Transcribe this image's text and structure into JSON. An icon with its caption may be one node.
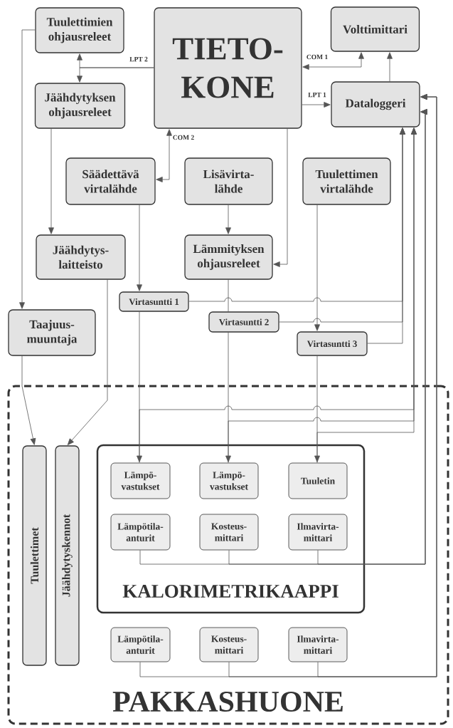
{
  "diagram": {
    "nodes": [
      {
        "text": [
          "Tuulettimien ohjausreleet"
        ]
      },
      {
        "text": [
          "TIETO- KONE"
        ]
      },
      {
        "text": [
          "Volttimittari"
        ]
      },
      {
        "text": [
          "Jäähdytyksen ohjausreleet"
        ]
      },
      {
        "text": [
          "Dataloggeri"
        ]
      },
      {
        "text": [
          "Säädettävä virtalähde"
        ]
      },
      {
        "text": [
          "Lisävirta- lähde"
        ]
      },
      {
        "text": [
          "Tuulettimen virtalähde"
        ]
      },
      {
        "text": [
          "Jäähdytys- laitteisto"
        ]
      },
      {
        "text": [
          "Lämmityksen ohjausreleet"
        ]
      },
      {
        "text": [
          "Virtasuntti 1"
        ]
      },
      {
        "text": [
          "Taajuus- muuntaja"
        ]
      },
      {
        "text": [
          "Virtasuntti 2"
        ]
      },
      {
        "text": [
          "Virtasuntti 3"
        ]
      },
      {
        "text": [
          "PAKKASHUONE"
        ]
      },
      {
        "text": [
          "Tuulettimet"
        ],
        "in": 14
      },
      {
        "text": [
          "Jäähdytyskennot"
        ],
        "in": 14
      },
      {
        "text": [
          "KALORIMETRIKAAPPI"
        ],
        "in": 14
      },
      {
        "text": [
          "Lämpö- vastukset"
        ],
        "in": 17
      },
      {
        "text": [
          "Lämpö- vastukset"
        ],
        "in": 17
      },
      {
        "text": [
          "Tuuletin"
        ],
        "in": 17
      },
      {
        "text": [
          "Lämpötila- anturit"
        ],
        "in": 17
      },
      {
        "text": [
          "Kosteus- mittari"
        ],
        "in": 17
      },
      {
        "text": [
          "Ilmavirta- mittari"
        ],
        "in": 17
      },
      {
        "text": [
          "Lämpötila- anturit"
        ],
        "in": 14
      },
      {
        "text": [
          "Kosteus- mittari"
        ],
        "in": 14
      },
      {
        "text": [
          "Ilmavirta- mittari"
        ],
        "in": 14
      }
    ],
    "edges": [
      {
        "from": 1,
        "to": 0,
        "arrow": "to",
        "label": "LPT 2"
      },
      {
        "from": 1,
        "to": 3,
        "arrow": "to"
      },
      {
        "from": 1,
        "to": 2,
        "arrow": "both",
        "label": "COM 1"
      },
      {
        "from": 1,
        "to": 4,
        "arrow": "to",
        "label": "LPT 1"
      },
      {
        "from": 4,
        "to": 2,
        "arrow": "to"
      },
      {
        "from": 1,
        "to": 5,
        "arrow": "both",
        "label": "COM 2"
      },
      {
        "from": 1,
        "to": 9,
        "arrow": "to"
      },
      {
        "from": 0,
        "to": 11,
        "arrow": "to"
      },
      {
        "from": 3,
        "to": 8,
        "arrow": "to"
      },
      {
        "from": 5,
        "to": 10,
        "arrow": "to"
      },
      {
        "from": 10,
        "to": 18,
        "arrow": "to"
      },
      {
        "from": 6,
        "to": 9,
        "arrow": "to"
      },
      {
        "from": 9,
        "to": 12,
        "arrow": "none"
      },
      {
        "from": 12,
        "to": 19,
        "arrow": "to"
      },
      {
        "from": 7,
        "to": 13,
        "arrow": "to"
      },
      {
        "from": 13,
        "to": 20,
        "arrow": "to"
      },
      {
        "from": 10,
        "to": 4,
        "arrow": "to"
      },
      {
        "from": 12,
        "to": 4,
        "arrow": "to"
      },
      {
        "from": 13,
        "to": 4,
        "arrow": "to"
      },
      {
        "from": 18,
        "to": 4,
        "arrow": "to"
      },
      {
        "from": 19,
        "to": 4,
        "arrow": "to"
      },
      {
        "from": 20,
        "to": 4,
        "arrow": "to"
      },
      {
        "from": 21,
        "to": 4,
        "arrow": "to"
      },
      {
        "from": 22,
        "to": 4,
        "arrow": "to"
      },
      {
        "from": 23,
        "to": 4,
        "arrow": "to"
      },
      {
        "from": 24,
        "to": 4,
        "arrow": "to"
      },
      {
        "from": 25,
        "to": 4,
        "arrow": "to"
      },
      {
        "from": 26,
        "to": 4,
        "arrow": "to"
      },
      {
        "from": 11,
        "to": 15,
        "arrow": "to"
      },
      {
        "from": 8,
        "to": 16,
        "arrow": "to"
      }
    ]
  }
}
